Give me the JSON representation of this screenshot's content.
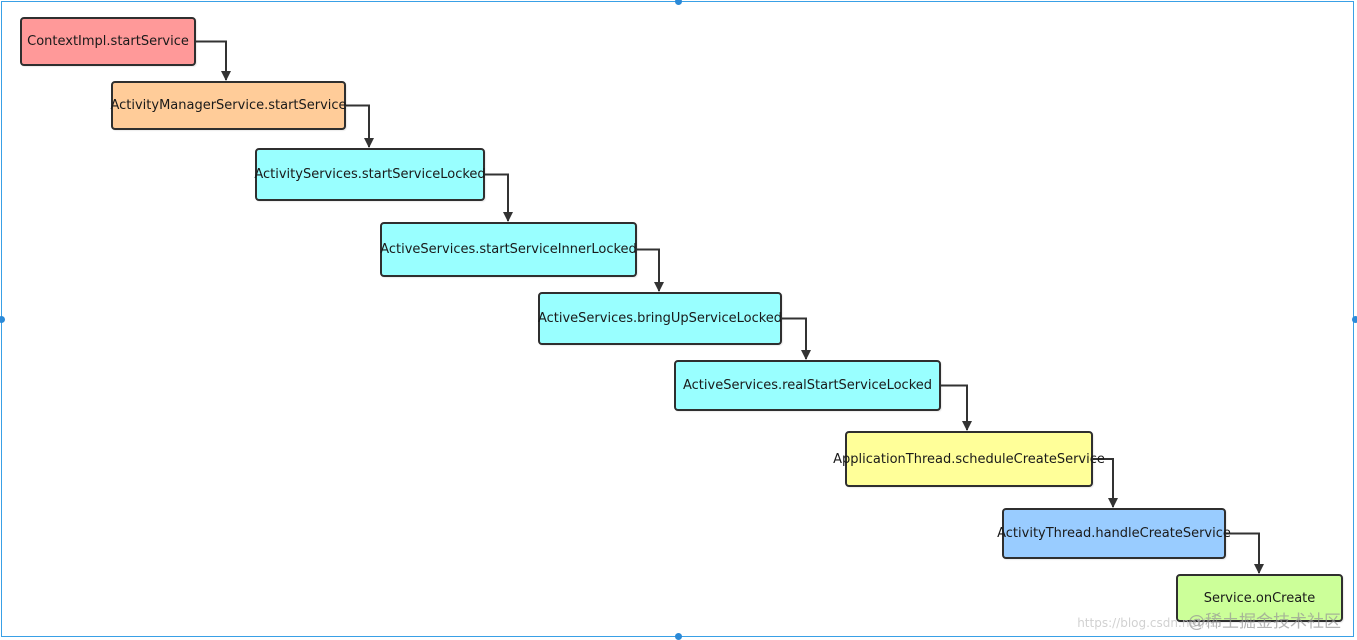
{
  "diagram": {
    "nodes": [
      {
        "id": "n1",
        "label": "ContextImpl.startService",
        "fill": "#ff9999"
      },
      {
        "id": "n2",
        "label": "ActivityManagerService.startService",
        "fill": "#ffcc99"
      },
      {
        "id": "n3",
        "label": "ActivityServices.startServiceLocked",
        "fill": "#99ffff"
      },
      {
        "id": "n4",
        "label": "ActiveServices.startServiceInnerLocked",
        "fill": "#99ffff"
      },
      {
        "id": "n5",
        "label": "ActiveServices.bringUpServiceLocked",
        "fill": "#99ffff"
      },
      {
        "id": "n6",
        "label": "ActiveServices.realStartServiceLocked",
        "fill": "#99ffff"
      },
      {
        "id": "n7",
        "label": "ApplicationThread.scheduleCreateService",
        "fill": "#ffff99"
      },
      {
        "id": "n8",
        "label": "ActivityThread.handleCreateService",
        "fill": "#99ccff"
      },
      {
        "id": "n9",
        "label": "Service.onCreate",
        "fill": "#ccff99"
      }
    ],
    "edges": [
      {
        "from": "n1",
        "to": "n2"
      },
      {
        "from": "n2",
        "to": "n3"
      },
      {
        "from": "n3",
        "to": "n4"
      },
      {
        "from": "n4",
        "to": "n5"
      },
      {
        "from": "n5",
        "to": "n6"
      },
      {
        "from": "n6",
        "to": "n7"
      },
      {
        "from": "n7",
        "to": "n8"
      },
      {
        "from": "n8",
        "to": "n9"
      }
    ],
    "selection_color": "#2b8ad8",
    "edge_color": "#333333"
  },
  "watermark": {
    "text": "@稀土掘金技术社区",
    "url": "https://blog.csdn.net/..."
  }
}
